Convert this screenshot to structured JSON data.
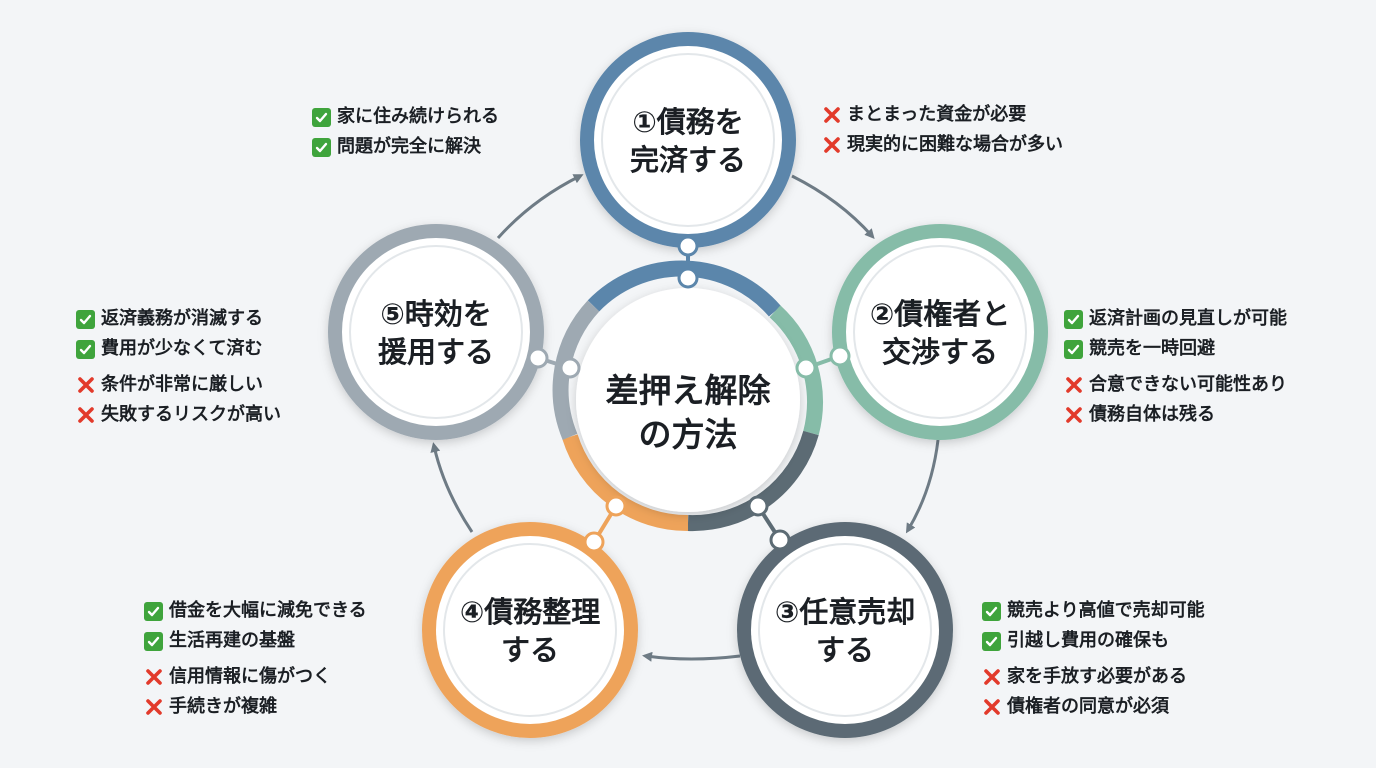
{
  "center": {
    "line1": "差押え解除",
    "line2": "の方法"
  },
  "colors": {
    "background": "#f3f5f7",
    "node1": "#5b86ab",
    "node2": "#86bca8",
    "node3": "#5c6b74",
    "node4": "#eea35a",
    "node5": "#9ea9b2",
    "arrow": "#6e7b85",
    "pro_mark": "#3fa43c",
    "con_mark": "#e23a2b"
  },
  "icons": {
    "pro": "check-box-icon",
    "con": "cross-icon"
  },
  "nodes": [
    {
      "id": "node1",
      "line1": "①債務を",
      "line2": "完済する",
      "pros": [
        "家に住み続けられる",
        "問題が完全に解決"
      ],
      "cons": [
        "まとまった資金が必要",
        "現実的に困難な場合が多い"
      ]
    },
    {
      "id": "node2",
      "line1": "②債権者と",
      "line2": "交渉する",
      "pros": [
        "返済計画の見直しが可能",
        "競売を一時回避"
      ],
      "cons": [
        "合意できない可能性あり",
        "債務自体は残る"
      ]
    },
    {
      "id": "node3",
      "line1": "③任意売却",
      "line2": "する",
      "pros": [
        "競売より高値で売却可能",
        "引越し費用の確保も"
      ],
      "cons": [
        "家を手放す必要がある",
        "債権者の同意が必須"
      ]
    },
    {
      "id": "node4",
      "line1": "④債務整理",
      "line2": "する",
      "pros": [
        "借金を大幅に減免できる",
        "生活再建の基盤"
      ],
      "cons": [
        "信用情報に傷がつく",
        "手続きが複雑"
      ]
    },
    {
      "id": "node5",
      "line1": "⑤時効を",
      "line2": "援用する",
      "pros": [
        "返済義務が消滅する",
        "費用が少なくて済む"
      ],
      "cons": [
        "条件が非常に厳しい",
        "失敗するリスクが高い"
      ]
    }
  ]
}
